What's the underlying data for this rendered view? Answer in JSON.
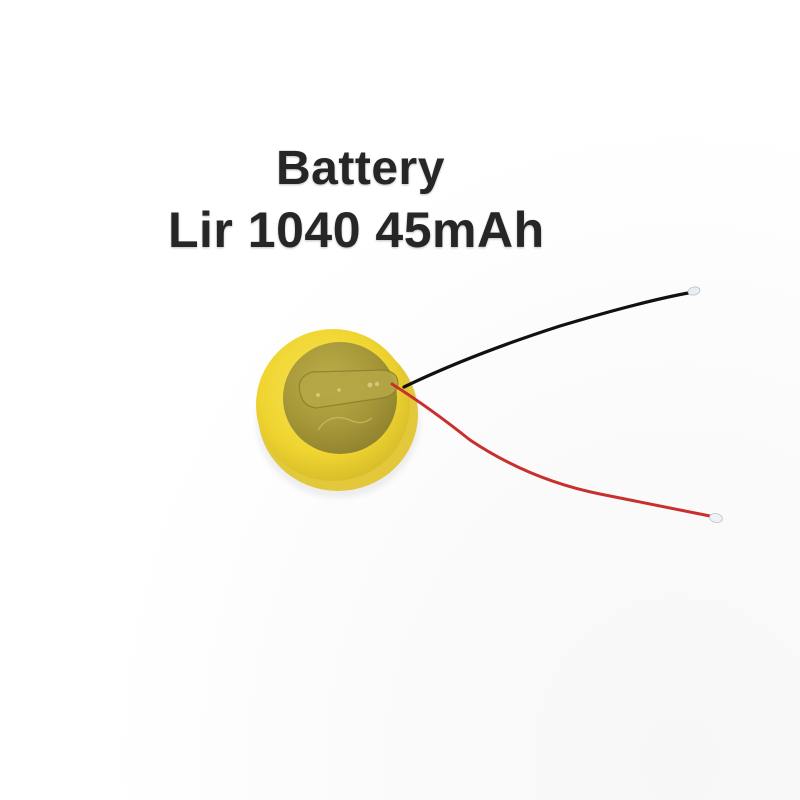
{
  "caption": {
    "line1": "Battery",
    "line2": "Lir 1040 45mAh"
  },
  "product": {
    "type": "coin-cell-battery",
    "body_color": "#f2d832",
    "rim_color": "#e8cf4a",
    "center_color": "#a89a3a",
    "wires": [
      {
        "name": "negative-wire",
        "color": "#111111",
        "tip_color": "#e8eef2"
      },
      {
        "name": "positive-wire",
        "color": "#c8302e",
        "tip_color": "#eef2f4"
      }
    ]
  },
  "colors": {
    "background": "#ffffff",
    "text": "#262626"
  }
}
